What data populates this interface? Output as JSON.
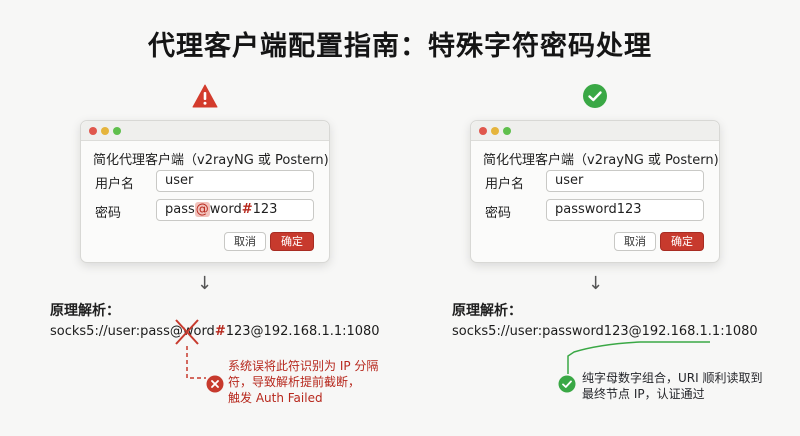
{
  "title": "代理客户端配置指南：特殊字符密码处理",
  "icons": {
    "warning": "warning-icon",
    "check": "check-icon",
    "error": "error-icon",
    "success": "success-icon"
  },
  "colors": {
    "danger": "#c73a2d",
    "success": "#3aa845"
  },
  "left": {
    "window_title": "简化代理客户端（v2rayNG 或 Postern)",
    "username_label": "用户名",
    "username_value": "user",
    "password_label": "密码",
    "password_parts": [
      "pass",
      "@",
      "word",
      "#",
      "123"
    ],
    "cancel": "取消",
    "ok": "确定",
    "section_title": "原理解析：",
    "uri_parts": [
      "socks5://user:pass",
      "@",
      "word",
      "#",
      "123@192.168.1.1:1080"
    ],
    "note_lines": [
      "系统误将此符识别为 IP 分隔",
      "符，导致解析提前截断，",
      "触发 Auth Failed"
    ]
  },
  "right": {
    "window_title": "简化代理客户端（v2rayNG 或 Postern)",
    "username_label": "用户名",
    "username_value": "user",
    "password_label": "密码",
    "password_value": "password123",
    "cancel": "取消",
    "ok": "确定",
    "section_title": "原理解析：",
    "uri": "socks5://user:password123@192.168.1.1:1080",
    "note_lines": [
      "纯字母数字组合，URI 顺利读取到",
      "最终节点 IP，认证通过"
    ]
  }
}
